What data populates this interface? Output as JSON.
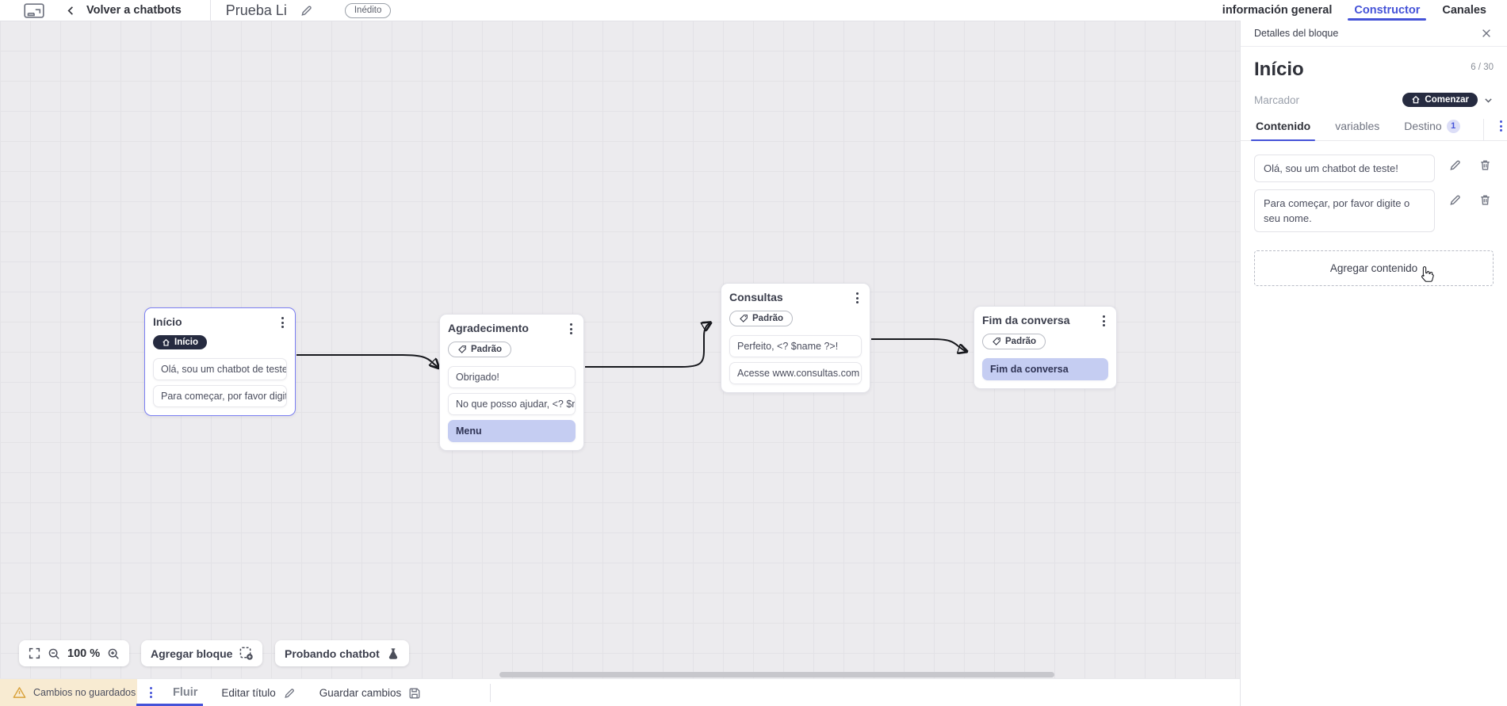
{
  "topbar": {
    "back_label": "Volver a chatbots",
    "title": "Prueba Li",
    "status_badge": "Inédito",
    "tabs": [
      {
        "label": "información general",
        "active": false
      },
      {
        "label": "Constructor",
        "active": true
      },
      {
        "label": "Canales",
        "active": false
      }
    ]
  },
  "panel": {
    "header": "Detalles del bloque",
    "block_name": "Início",
    "char_counter": "6 / 30",
    "marker_label": "Marcador",
    "marker_value": "Comenzar",
    "tabs": [
      {
        "label": "Contenido",
        "active": true
      },
      {
        "label": "variables",
        "active": false
      },
      {
        "label": "Destino",
        "active": false,
        "badge": "1"
      }
    ],
    "contents": [
      "Olá, sou um chatbot de teste!",
      "Para começar, por favor digite o seu nome."
    ],
    "add_content_label": "Agregar contenido"
  },
  "canvas": {
    "zoom_level": "100 %",
    "add_block_label": "Agregar bloque",
    "test_chatbot_label": "Probando chatbot",
    "blocks": [
      {
        "title": "Início",
        "tag": "Início",
        "tag_type": "start",
        "selected": true,
        "items": [
          {
            "text": "Olá, sou um chatbot de teste!"
          },
          {
            "text": "Para começar, por favor digite o ..."
          }
        ]
      },
      {
        "title": "Agradecimento",
        "tag": "Padrão",
        "tag_type": "default",
        "selected": false,
        "items": [
          {
            "text": "Obrigado!"
          },
          {
            "text": "No que posso ajudar, <? $name ..."
          },
          {
            "text": "Menu",
            "type": "menu"
          }
        ]
      },
      {
        "title": "Consultas",
        "tag": "Padrão",
        "tag_type": "default",
        "selected": false,
        "items": [
          {
            "text": "Perfeito, <? $name ?>!"
          },
          {
            "text": "Acesse www.consultas.com par..."
          }
        ]
      },
      {
        "title": "Fim da conversa",
        "tag": "Padrão",
        "tag_type": "default",
        "selected": false,
        "items": [
          {
            "text": "Fim da conversa",
            "type": "menu"
          }
        ]
      }
    ]
  },
  "bottombar": {
    "warning": "Cambios no guardados",
    "flow_tab": "Fluir",
    "edit_title_label": "Editar título",
    "save_label": "Guardar cambios"
  },
  "colors": {
    "accent": "#4553d8",
    "dark_badge": "#262b40",
    "selected_block_border": "#7b7ff2",
    "menu_item_bg": "#c5cdf2",
    "warning_bg": "#f8ebd2",
    "warning_icon": "#d9a23c",
    "canvas_bg": "#ecebee",
    "edge_line": "#17181d"
  }
}
